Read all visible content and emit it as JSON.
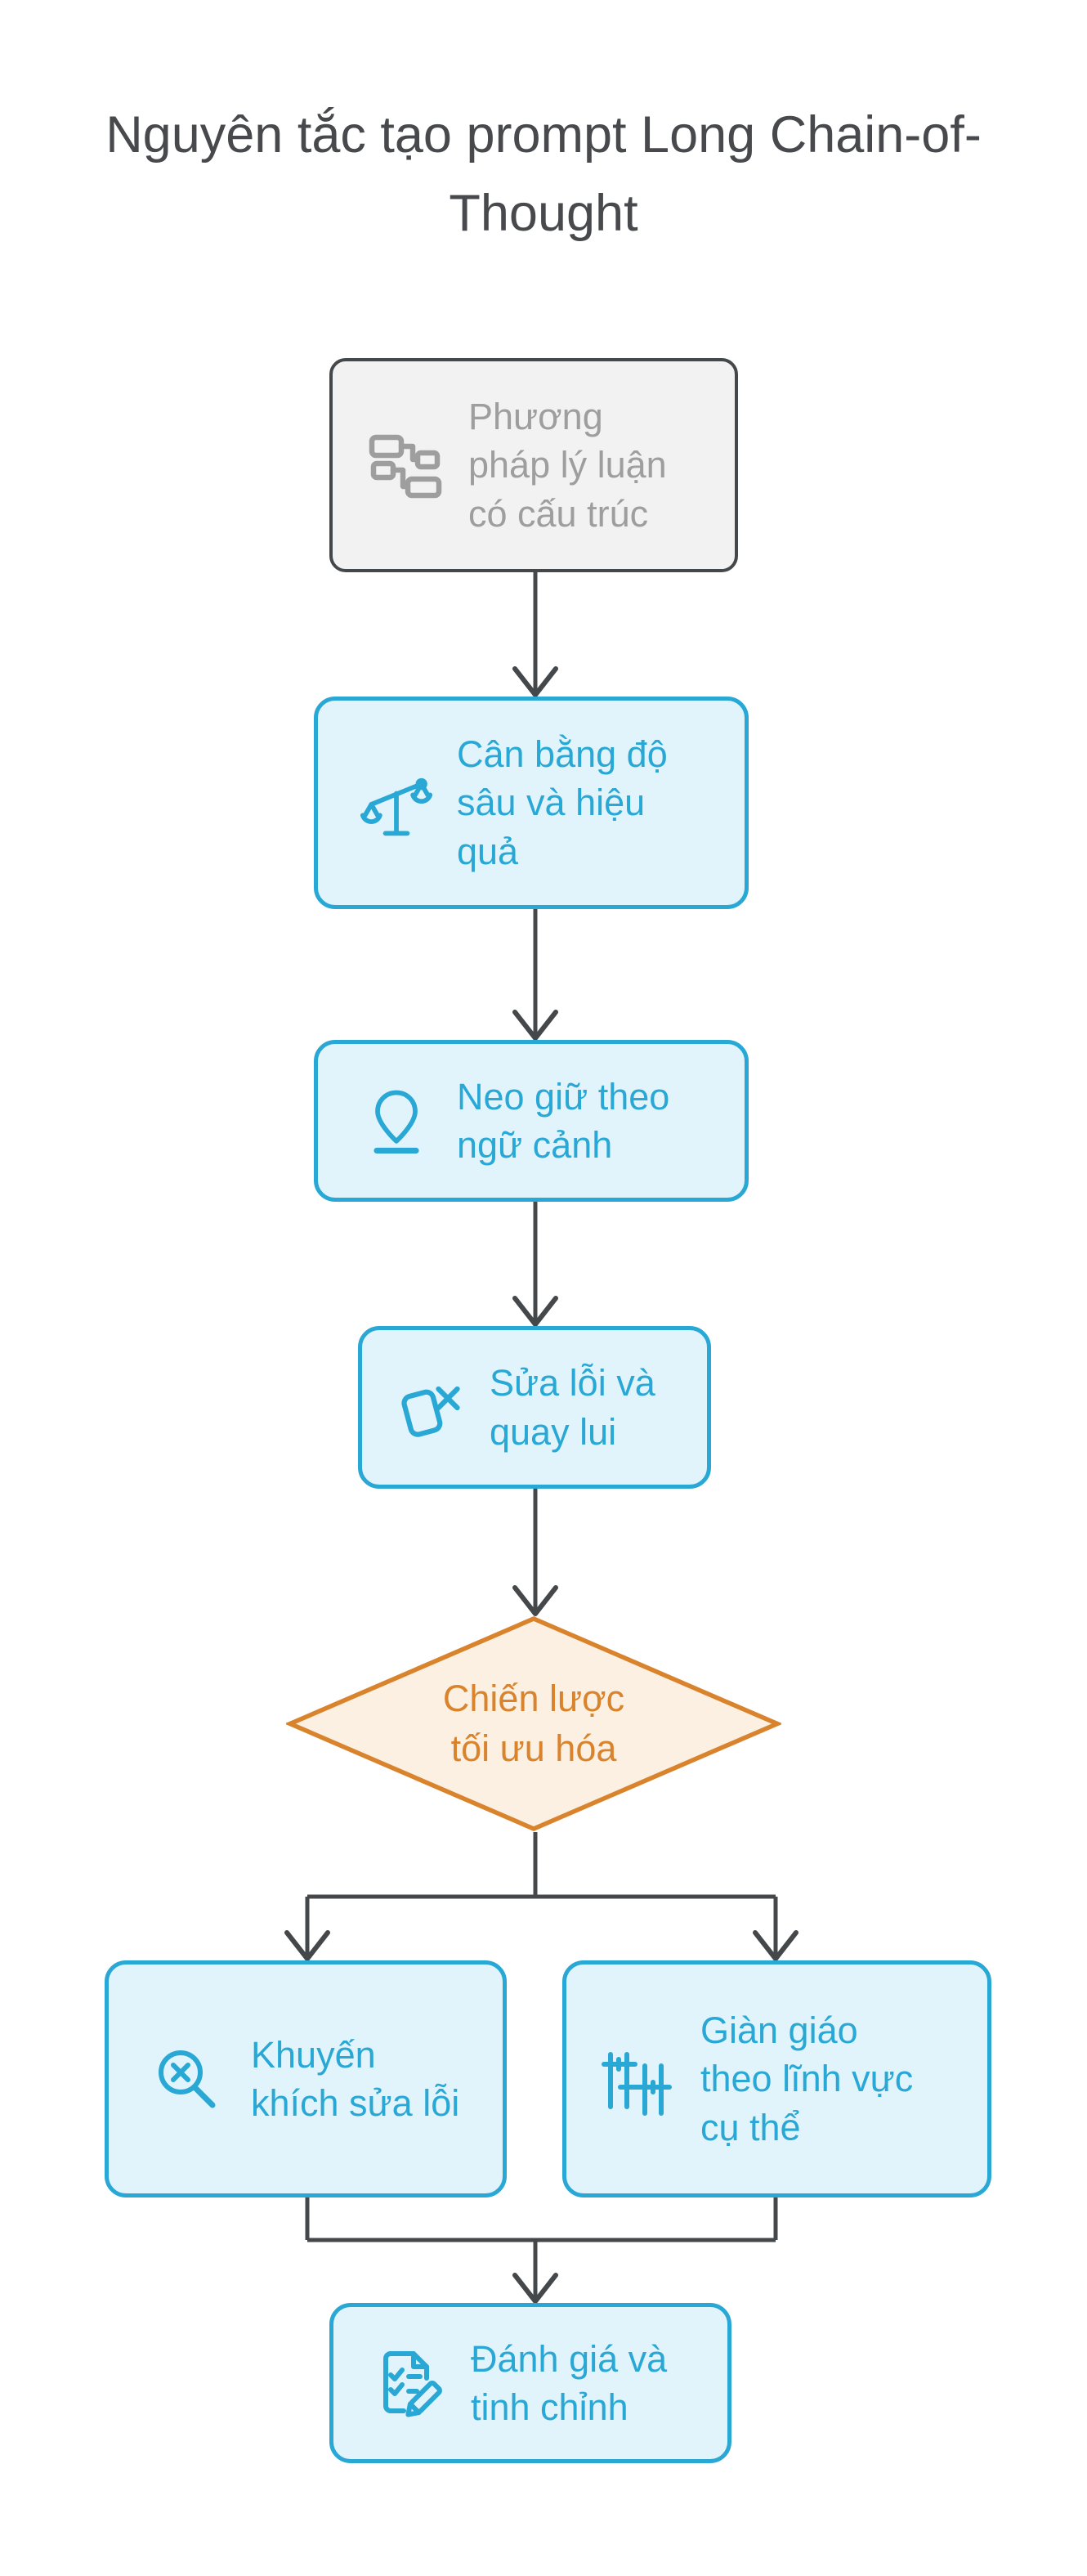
{
  "title": "Nguyên tắc tạo prompt Long Chain-of-Thought",
  "colors": {
    "blue": "#29a8d6",
    "blue_fill": "#e1f4fb",
    "gray_fill": "#f2f2f2",
    "gray_text": "#9e9e9e",
    "orange": "#d9832c",
    "orange_fill": "#fcf0e2",
    "arrow": "#45484b",
    "title_text": "#47494c"
  },
  "nodes": [
    {
      "id": "structured-reasoning",
      "icon": "sitemap-icon",
      "label": "Phương\npháp lý luận\ncó cấu trúc"
    },
    {
      "id": "balance",
      "icon": "balance-scale-icon",
      "label": "Cân bằng độ\nsâu và hiệu\nquả"
    },
    {
      "id": "context-anchoring",
      "icon": "map-pin-icon",
      "label": "Neo giữ theo\nngữ cảnh"
    },
    {
      "id": "error-backtrack",
      "icon": "card-x-icon",
      "label": "Sửa lỗi và\nquay lui"
    },
    {
      "id": "optimization-strategy",
      "icon": "",
      "label": "Chiến lược\ntối ưu hóa"
    },
    {
      "id": "encourage-fixing",
      "icon": "magnifier-x-icon",
      "label": "Khuyến\nkhích sửa lỗi"
    },
    {
      "id": "domain-scaffolding",
      "icon": "scaffold-icon",
      "label": "Giàn giáo\ntheo lĩnh vực\ncụ thể"
    },
    {
      "id": "evaluate-refine",
      "icon": "checklist-pencil-icon",
      "label": "Đánh giá và\ntinh chỉnh"
    }
  ]
}
